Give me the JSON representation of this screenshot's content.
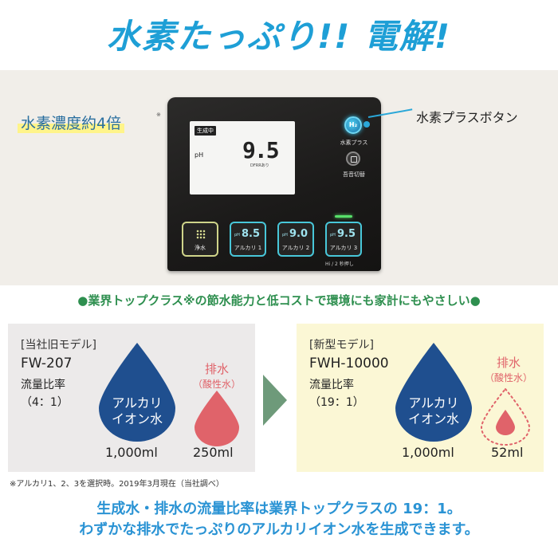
{
  "headline": "水素たっぷり!! 電解!",
  "device": {
    "lcd_badge": "生成中",
    "lcd_ph_label": "pH",
    "lcd_value": "9.5",
    "lcd_sub": "DFRRあり",
    "h2_button_icon_text": "H₂",
    "h2_button_label": "水素プラス",
    "switch_button_label": "吾音切替",
    "keys": [
      {
        "ph": "",
        "value": "",
        "label": "浄水"
      },
      {
        "ph": "pH",
        "value": "8.5",
        "label": "アルカリ 1"
      },
      {
        "ph": "pH",
        "value": "9.0",
        "label": "アルカリ 2"
      },
      {
        "ph": "pH",
        "value": "9.5",
        "label": "アルカリ 3"
      }
    ],
    "hold_label": "Hi / 2 秒押し"
  },
  "concentration": {
    "label": "水素濃度約4倍",
    "note": "※"
  },
  "callout": {
    "label": "水素プラスボタン"
  },
  "feature_line": "●業界トップクラス※の節水能力と低コストで環境にも家計にもやさしい●",
  "old_model": {
    "tag": "[当社旧モデル]",
    "id": "FW-207",
    "ratio_label": "流量比率",
    "ratio": "（4：1）",
    "drop_text_1": "アルカリ",
    "drop_text_2": "イオン水",
    "drop_volume": "1,000ml",
    "waste_label_1": "排水",
    "waste_label_2": "（酸性水）",
    "waste_volume": "250ml"
  },
  "new_model": {
    "tag": "[新型モデル]",
    "id": "FWH-10000",
    "ratio_label": "流量比率",
    "ratio": "（19：1）",
    "drop_text_1": "アルカリ",
    "drop_text_2": "イオン水",
    "drop_volume": "1,000ml",
    "waste_label_1": "排水",
    "waste_label_2": "（酸性水）",
    "waste_volume": "52ml"
  },
  "footnote": "※アルカリ1、2、3を選択時。2019年3月現在（当社調べ）",
  "summary": [
    "生成水・排水の流量比率は業界トップクラスの 19：1。",
    "わずかな排水でたっぷりのアルカリイオン水を生成できます。"
  ],
  "colors": {
    "headline": "#1e9fd6",
    "drop_blue": "#1f4f8f",
    "drop_red": "#e0636a",
    "feature_green": "#2e8f4f",
    "summary_blue": "#2a93d4"
  }
}
